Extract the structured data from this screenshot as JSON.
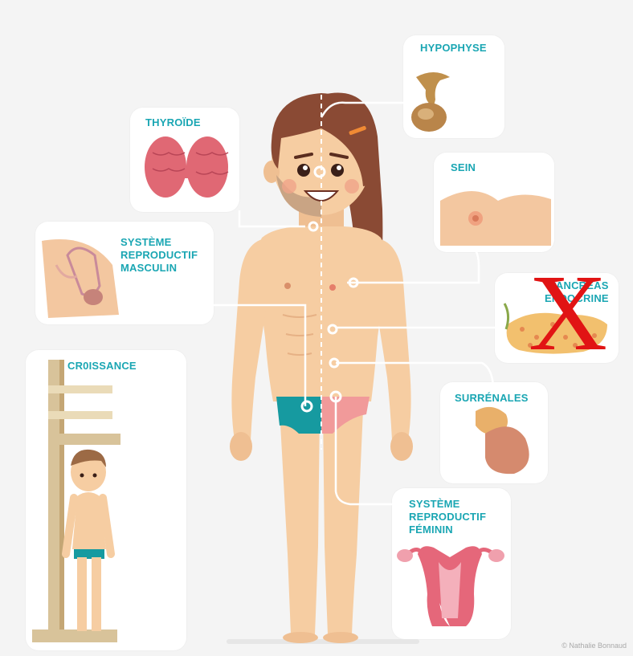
{
  "labels": {
    "hypophyse": "HYPOPHYSE",
    "thyroide": "THYROÏDE",
    "sein": "SEIN",
    "masc_1": "SYSTÈME",
    "masc_2": "REPRODUCTIF",
    "masc_3": "MASCULIN",
    "pancreas_1": "PANCRÉAS",
    "pancreas_2": "ENDOCRINE",
    "croissance": "CR0ISSANCE",
    "surrenales": "SURRÉNALES",
    "fem_1": "SYSTÈME",
    "fem_2": "REPRODUCTIF",
    "fem_3": "FÉMININ",
    "cross_mark": "X"
  },
  "credit": "© Nathalie Bonnaud",
  "colors": {
    "accent": "#1aa6b3",
    "skin": "#f6cda2",
    "skin_shadow": "#e9b98b",
    "hair": "#8a4a34",
    "line": "#ffffff",
    "cross": "#e11414"
  }
}
